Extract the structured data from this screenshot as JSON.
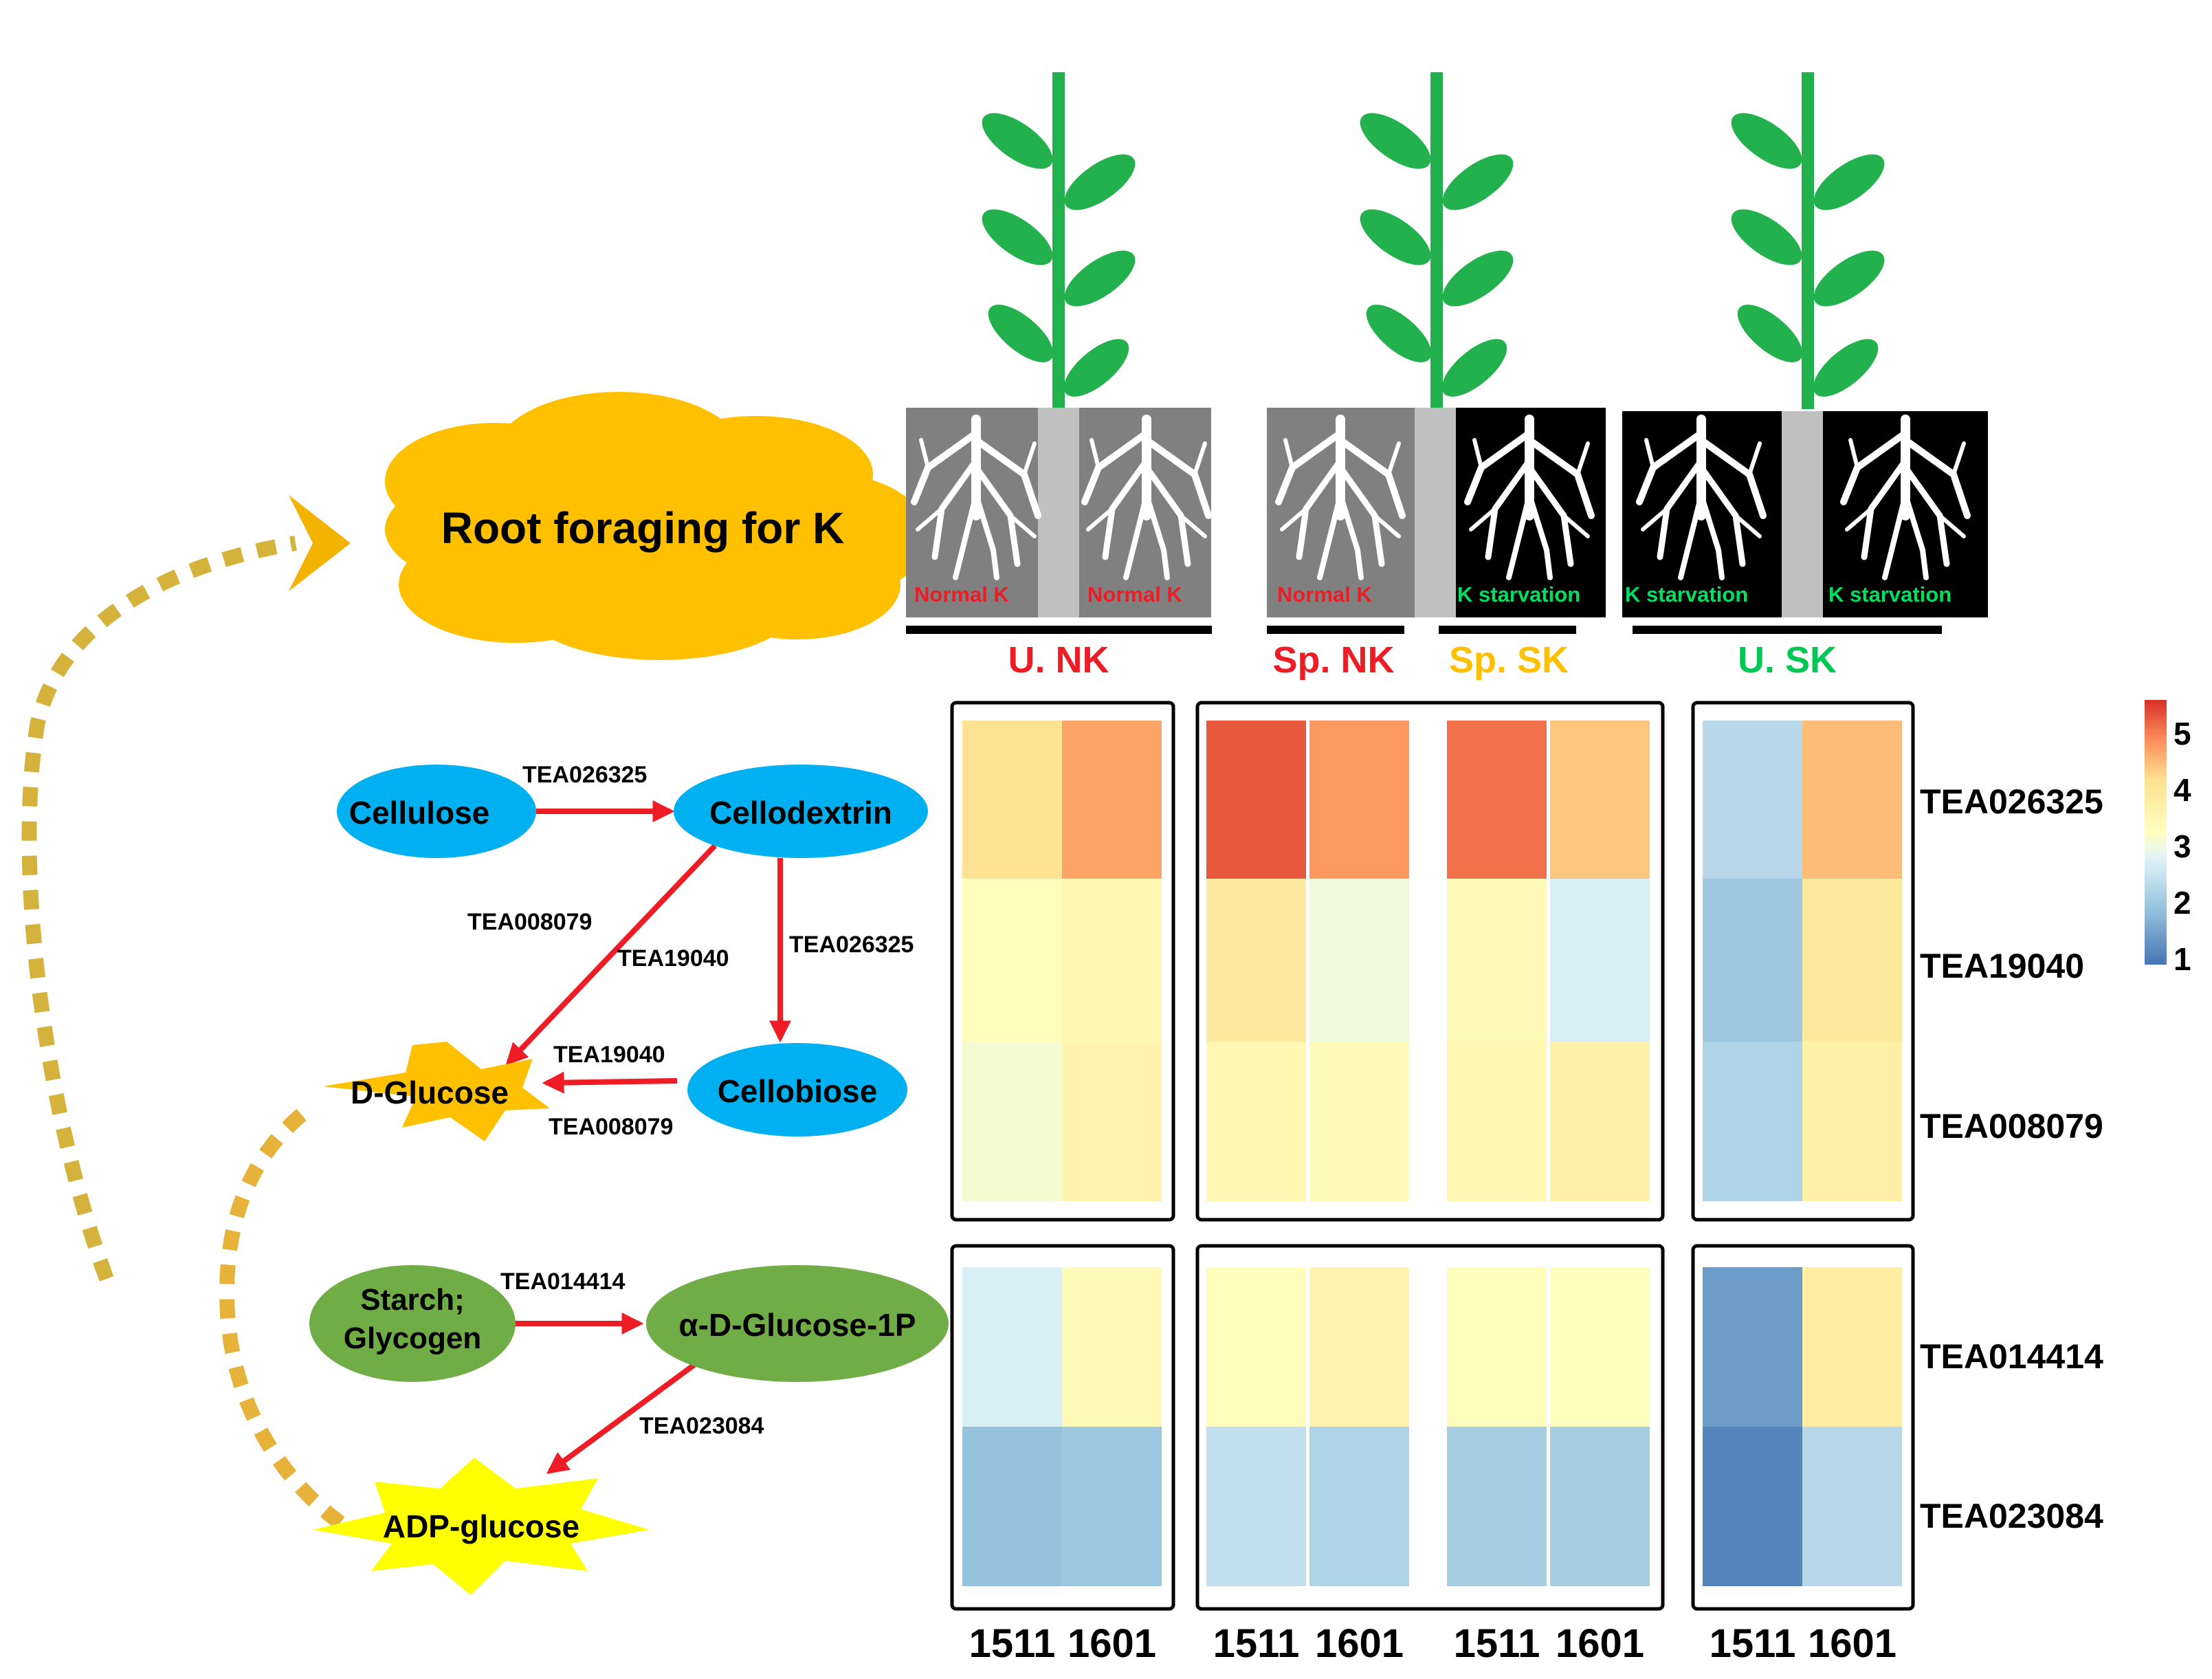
{
  "cloud": {
    "label": "Root foraging for K"
  },
  "pots": [
    {
      "left_label": "Normal K",
      "right_label": "Normal K",
      "left_bg": "normal",
      "right_bg": "normal"
    },
    {
      "left_label": "Normal K",
      "right_label": "K starvation",
      "left_bg": "normal",
      "right_bg": "starved"
    },
    {
      "left_label": "K starvation",
      "right_label": "K starvation",
      "left_bg": "starved",
      "right_bg": "starved"
    }
  ],
  "groups": [
    {
      "label": "U. NK",
      "color": "#ee1c24"
    },
    {
      "label": "Sp. NK",
      "color": "#ee1c24"
    },
    {
      "label": "Sp. SK",
      "color": "#ffc000"
    },
    {
      "label": "U. SK",
      "color": "#00c853"
    }
  ],
  "pathway": {
    "nodes": {
      "cellulose": "Cellulose",
      "cellodextrin": "Cellodextrin",
      "cellobiose": "Cellobiose",
      "dglucose": "D-Glucose",
      "starch": "Starch;\nGlycogen",
      "g1p": "α-D-Glucose-1P",
      "adpglucose": "ADP-glucose"
    },
    "edge_labels": {
      "cellulose_cellodextrin": "TEA026325",
      "cellodextrin_dglucose_a": "TEA008079",
      "cellodextrin_dglucose_b": "TEA19040",
      "cellodextrin_cellobiose": "TEA026325",
      "cellobiose_dglucose_a": "TEA19040",
      "cellobiose_dglucose_b": "TEA008079",
      "starch_g1p": "TEA014414",
      "g1p_adpglucose": "TEA023084"
    }
  },
  "heatmap": {
    "genes": [
      "TEA026325",
      "TEA19040",
      "TEA008079",
      "TEA014414",
      "TEA023084"
    ],
    "columns": [
      "1511",
      "1601",
      "1511",
      "1601",
      "1511",
      "1601",
      "1511",
      "1601"
    ],
    "conditions": [
      "U. NK",
      "Sp. NK",
      "Sp. SK",
      "U. SK"
    ],
    "values": [
      [
        4.1,
        4.7,
        5.3,
        4.8,
        5.1,
        4.4,
        2.3,
        4.5
      ],
      [
        3.3,
        3.5,
        3.9,
        3.0,
        3.4,
        2.7,
        2.0,
        3.9
      ],
      [
        3.1,
        3.6,
        3.5,
        3.4,
        3.5,
        3.7,
        2.2,
        3.7
      ],
      [
        2.7,
        3.4,
        3.3,
        3.6,
        3.3,
        3.3,
        1.4,
        3.8
      ],
      [
        1.9,
        2.0,
        2.4,
        2.2,
        2.1,
        2.1,
        1.1,
        2.3
      ]
    ],
    "colorscale": {
      "min": 0.9,
      "max": 5.6,
      "ticks": [
        "1",
        "2",
        "3",
        "4",
        "5"
      ]
    }
  }
}
